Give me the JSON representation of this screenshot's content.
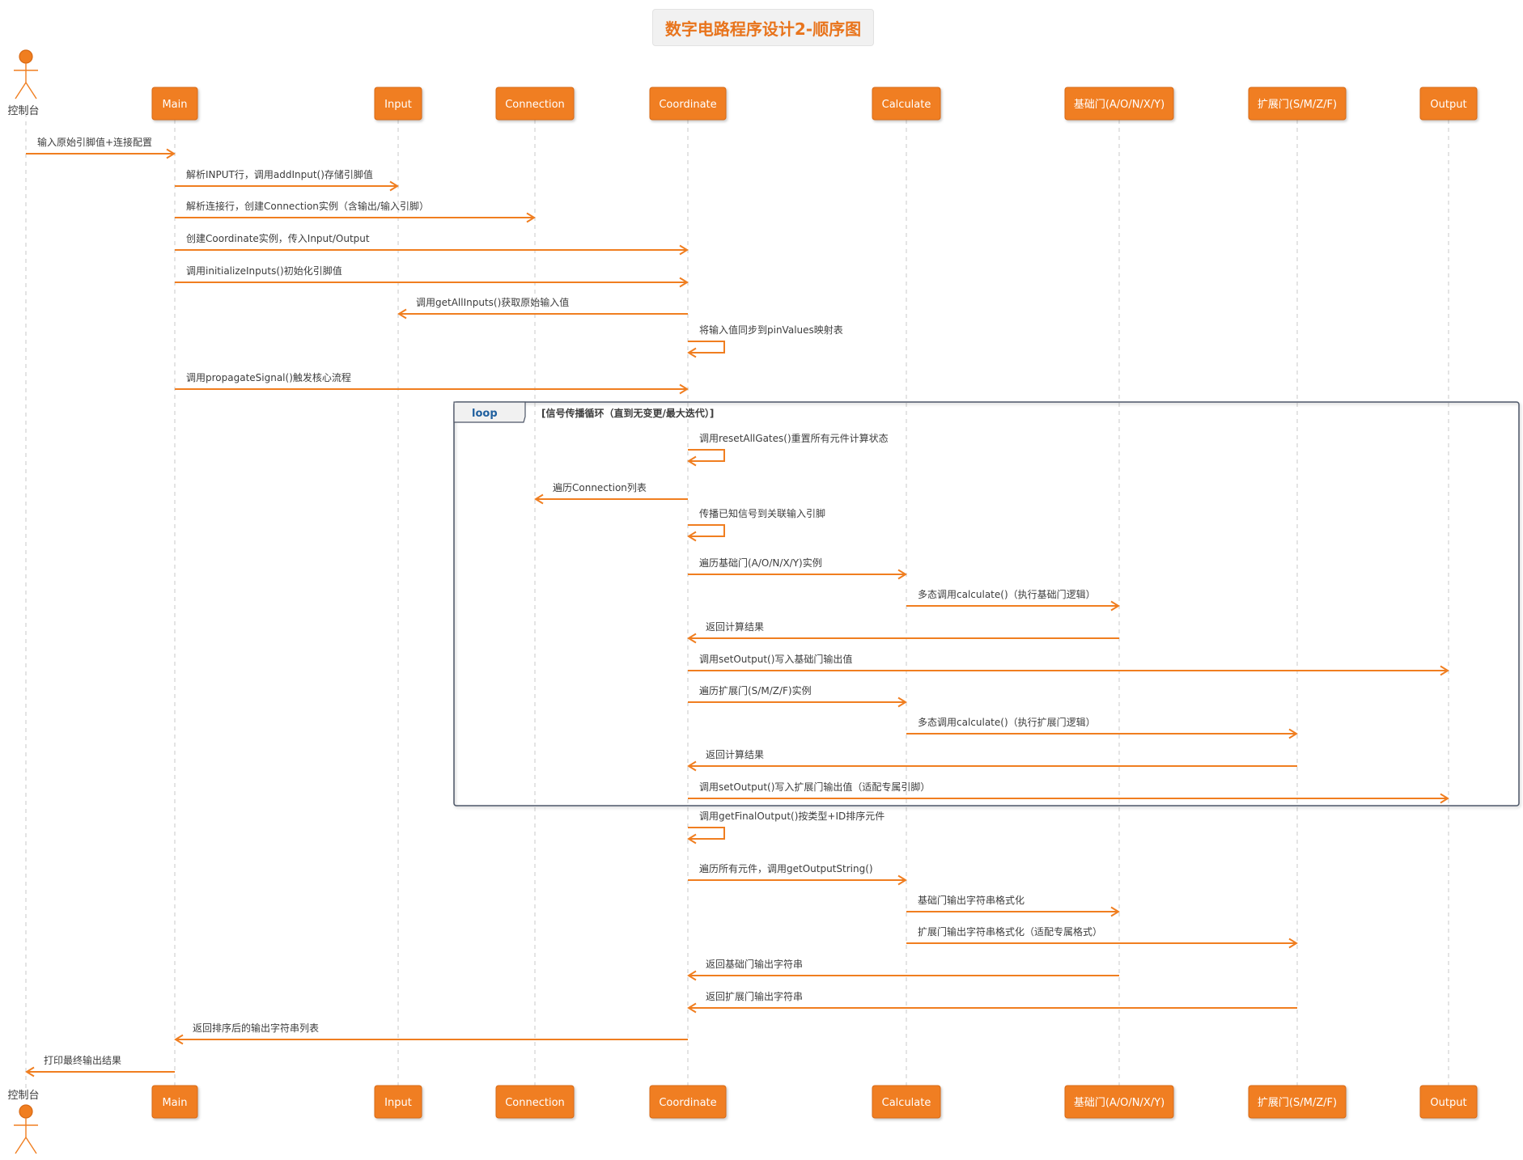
{
  "title": "数字电路程序设计2-顺序图",
  "colors": {
    "accent": "#f07e20",
    "accent_dark": "#d76914",
    "lifeline": "#c9c9c9",
    "text": "#3c3c3c",
    "frame": "#4c5566",
    "loop_keyword": "#1f5f9e"
  },
  "actor": {
    "label": "控制台",
    "icon": "stick-figure-icon"
  },
  "participants": [
    "Main",
    "Input",
    "Connection",
    "Coordinate",
    "Calculate",
    "基础门(A/O/N/X/Y)",
    "扩展门(S/M/Z/F)",
    "Output"
  ],
  "loop": {
    "keyword": "loop",
    "condition": "[信号传播循环（直到无变更/最大迭代）]"
  },
  "messages": [
    {
      "from": "控制台",
      "to": "Main",
      "label": "输入原始引脚值+连接配置"
    },
    {
      "from": "Main",
      "to": "Input",
      "label": "解析INPUT行，调用addInput()存储引脚值"
    },
    {
      "from": "Main",
      "to": "Connection",
      "label": "解析连接行，创建Connection实例（含输出/输入引脚）"
    },
    {
      "from": "Main",
      "to": "Coordinate",
      "label": "创建Coordinate实例，传入Input/Output"
    },
    {
      "from": "Main",
      "to": "Coordinate",
      "label": "调用initializeInputs()初始化引脚值"
    },
    {
      "from": "Coordinate",
      "to": "Input",
      "label": "调用getAllInputs()获取原始输入值"
    },
    {
      "from": "Coordinate",
      "to": "Coordinate",
      "label": "将输入值同步到pinValues映射表"
    },
    {
      "from": "Main",
      "to": "Coordinate",
      "label": "调用propagateSignal()触发核心流程"
    },
    {
      "from": "Coordinate",
      "to": "Coordinate",
      "label": "调用resetAllGates()重置所有元件计算状态"
    },
    {
      "from": "Coordinate",
      "to": "Connection",
      "label": "遍历Connection列表"
    },
    {
      "from": "Coordinate",
      "to": "Coordinate",
      "label": "传播已知信号到关联输入引脚"
    },
    {
      "from": "Coordinate",
      "to": "Calculate",
      "label": "遍历基础门(A/O/N/X/Y)实例"
    },
    {
      "from": "Calculate",
      "to": "基础门(A/O/N/X/Y)",
      "label": "多态调用calculate()（执行基础门逻辑）"
    },
    {
      "from": "基础门(A/O/N/X/Y)",
      "to": "Coordinate",
      "label": "返回计算结果"
    },
    {
      "from": "Coordinate",
      "to": "Output",
      "label": "调用setOutput()写入基础门输出值"
    },
    {
      "from": "Coordinate",
      "to": "Calculate",
      "label": "遍历扩展门(S/M/Z/F)实例"
    },
    {
      "from": "Calculate",
      "to": "扩展门(S/M/Z/F)",
      "label": "多态调用calculate()（执行扩展门逻辑）"
    },
    {
      "from": "扩展门(S/M/Z/F)",
      "to": "Coordinate",
      "label": "返回计算结果"
    },
    {
      "from": "Coordinate",
      "to": "Output",
      "label": "调用setOutput()写入扩展门输出值（适配专属引脚）"
    },
    {
      "from": "Coordinate",
      "to": "Coordinate",
      "label": "调用getFinalOutput()按类型+ID排序元件"
    },
    {
      "from": "Coordinate",
      "to": "Calculate",
      "label": "遍历所有元件，调用getOutputString()"
    },
    {
      "from": "Calculate",
      "to": "基础门(A/O/N/X/Y)",
      "label": "基础门输出字符串格式化"
    },
    {
      "from": "Calculate",
      "to": "扩展门(S/M/Z/F)",
      "label": "扩展门输出字符串格式化（适配专属格式）"
    },
    {
      "from": "基础门(A/O/N/X/Y)",
      "to": "Coordinate",
      "label": "返回基础门输出字符串"
    },
    {
      "from": "扩展门(S/M/Z/F)",
      "to": "Coordinate",
      "label": "返回扩展门输出字符串"
    },
    {
      "from": "Coordinate",
      "to": "Main",
      "label": "返回排序后的输出字符串列表"
    },
    {
      "from": "Main",
      "to": "控制台",
      "label": "打印最终输出结果"
    }
  ]
}
